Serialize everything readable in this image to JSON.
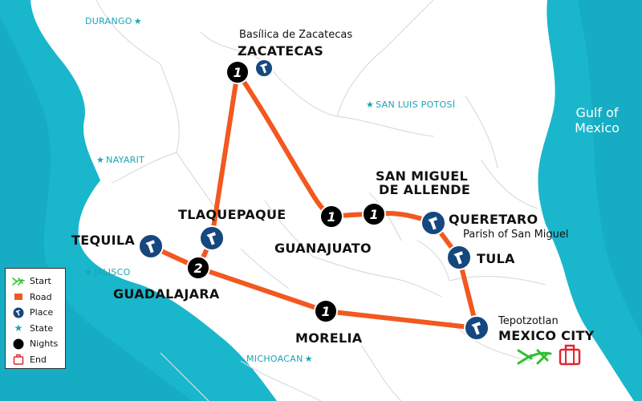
{
  "colors": {
    "sea": "#1ab6cc",
    "sea_dark": "#119db4",
    "land": "#ffffff",
    "border": "#d8dde0",
    "road": "#f2581f",
    "place_marker": "#16477e",
    "night_marker": "#000000",
    "start_marker": "#2ec02e",
    "end_marker": "#e3262e",
    "state_text": "#1aa3b5"
  },
  "labels": {
    "zacatecas": "ZACATECAS",
    "basilica": "Basílica de Zacatecas",
    "tlaquepaque": "TLAQUEPAQUE",
    "tequila": "TEQUILA",
    "guadalajara": "GUADALAJARA",
    "guanajuato": "GUANAJUATO",
    "san_miguel": "SAN MIGUEL",
    "de_allende": "DE ALLENDE",
    "queretaro": "QUERETARO",
    "parish": "Parish of San Miguel",
    "tula": "TULA",
    "morelia": "MORELIA",
    "tepotzotlan": "Tepotzotlan",
    "mexico_city": "MEXICO CITY",
    "gulf_line1": "Gulf of",
    "gulf_line2": "Mexico"
  },
  "states": {
    "durango": "DURANGO",
    "san_luis_potosi": "SAN LUIS POTOSÍ",
    "nayarit": "NAYARIT",
    "jalisco": "JALISCO",
    "michoacan": "MICHOACAN"
  },
  "nights": {
    "zacatecas": "1",
    "guadalajara": "2",
    "guanajuato": "1",
    "san_miguel": "1",
    "morelia": "1"
  },
  "legend": [
    {
      "icon": "plane-icon",
      "label": "Start"
    },
    {
      "icon": "road-icon",
      "label": "Road"
    },
    {
      "icon": "place-icon",
      "label": "Place"
    },
    {
      "icon": "state-icon",
      "label": "State"
    },
    {
      "icon": "nights-icon",
      "label": "Nights"
    },
    {
      "icon": "suitcase-icon",
      "label": "End"
    }
  ]
}
